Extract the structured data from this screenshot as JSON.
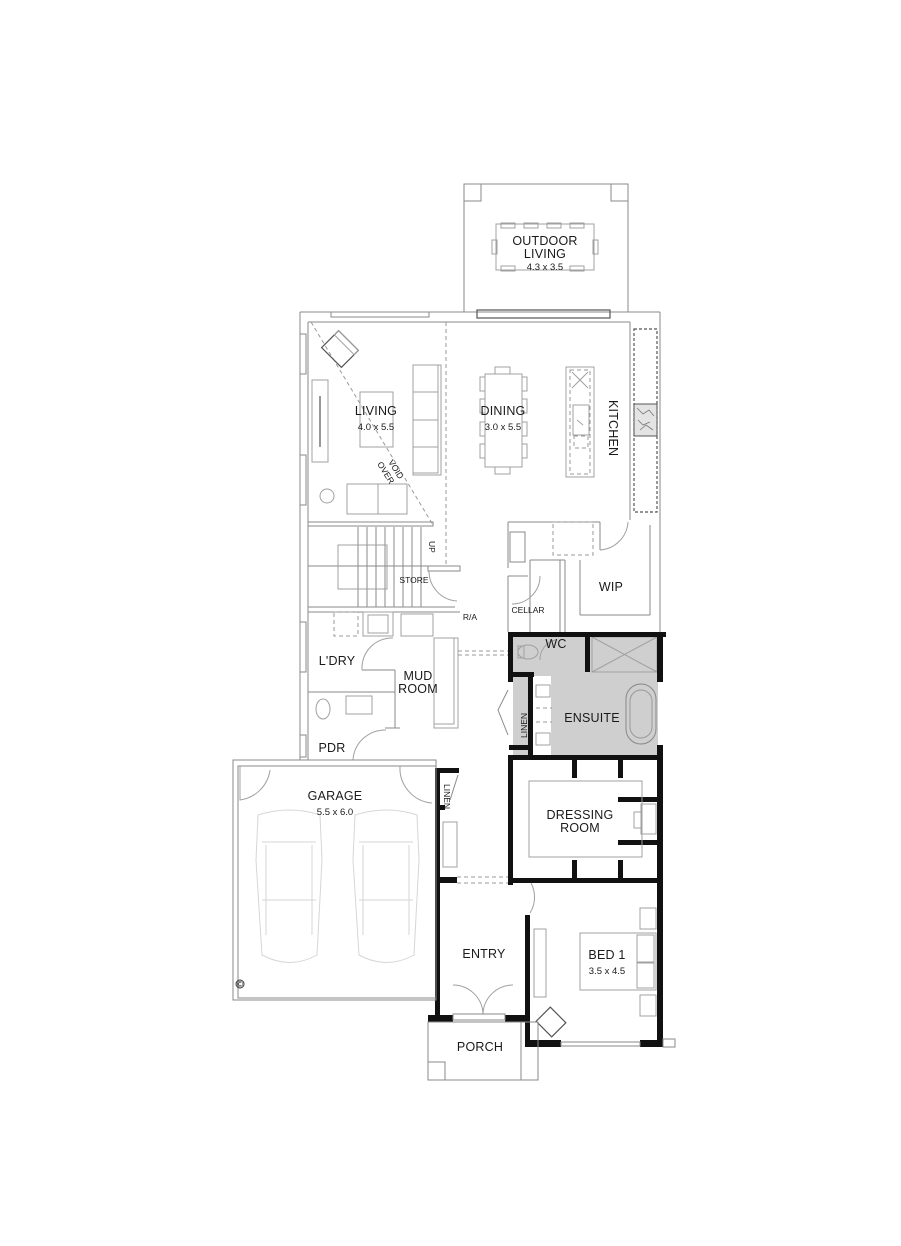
{
  "plan": {
    "type": "residential floor plan",
    "colors": {
      "wall": "#111111",
      "wet_area": "#cfcfcf",
      "line": "#8a8a8a",
      "background": "#ffffff"
    },
    "rooms": {
      "outdoor_living": {
        "name_line1": "OUTDOOR",
        "name_line2": "LIVING",
        "size": "4.3 x 3.5"
      },
      "living": {
        "name": "LIVING",
        "size": "4.0 x 5.5"
      },
      "dining": {
        "name": "DINING",
        "size": "3.0 x 5.5"
      },
      "kitchen": {
        "name": "KITCHEN"
      },
      "void": {
        "line1": "VOID",
        "line2": "OVER"
      },
      "store": {
        "name": "STORE"
      },
      "up_marker": {
        "name": "UP"
      },
      "ra": {
        "name": "R/A"
      },
      "cellar": {
        "name": "CELLAR"
      },
      "wip": {
        "name": "WIP"
      },
      "laundry": {
        "name": "L'DRY"
      },
      "mud_room": {
        "name_line1": "MUD",
        "name_line2": "ROOM"
      },
      "pdr": {
        "name": "PDR"
      },
      "wc": {
        "name": "WC"
      },
      "ensuite": {
        "name": "ENSUITE"
      },
      "linen_ensuite": {
        "name": "LINEN"
      },
      "linen_hall": {
        "name": "LINEN"
      },
      "garage": {
        "name": "GARAGE",
        "size": "5.5 x 6.0"
      },
      "dressing_room": {
        "name_line1": "DRESSING",
        "name_line2": "ROOM"
      },
      "entry": {
        "name": "ENTRY"
      },
      "bed1": {
        "name": "BED 1",
        "size": "3.5 x 4.5"
      },
      "porch": {
        "name": "PORCH"
      }
    },
    "symbols": {
      "copyright": "©"
    }
  }
}
